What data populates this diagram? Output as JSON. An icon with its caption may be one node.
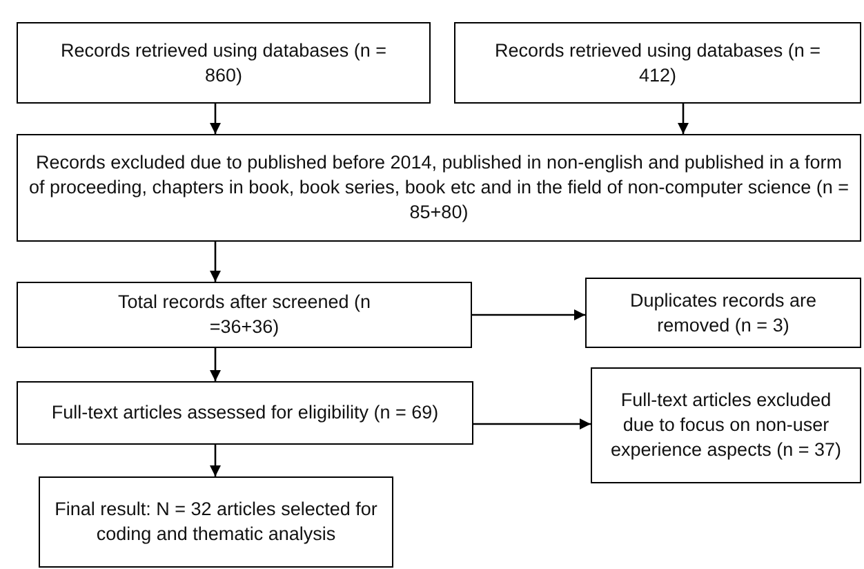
{
  "diagram": {
    "nodes": [
      {
        "text": [
          "Records retrieved using databases (n = 860)"
        ]
      },
      {
        "text": [
          "Records retrieved using databases (n = 412)"
        ]
      },
      {
        "text": [
          "Records excluded due to published before 2014, published in non-english and published in a form of proceeding, chapters in book, book series, book etc and in the field of non-computer science (n = 85+80)"
        ]
      },
      {
        "text": [
          "Total records after screened (n =36+36)"
        ]
      },
      {
        "text": [
          "Duplicates records are removed (n = 3)"
        ]
      },
      {
        "text": [
          "Full-text articles assessed for eligibility (n = 69)"
        ]
      },
      {
        "text": [
          "Full-text articles excluded due to focus on non-user experience aspects (n = 37)"
        ]
      },
      {
        "text": [
          "Final result: N = 32 articles selected for coding and thematic analysis"
        ]
      }
    ],
    "edges": [
      {
        "from": 0,
        "to": 2,
        "arrow": "to"
      },
      {
        "from": 1,
        "to": 2,
        "arrow": "to"
      },
      {
        "from": 2,
        "to": 3,
        "arrow": "to"
      },
      {
        "from": 3,
        "to": 4,
        "arrow": "to"
      },
      {
        "from": 3,
        "to": 5,
        "arrow": "to"
      },
      {
        "from": 5,
        "to": 6,
        "arrow": "to"
      },
      {
        "from": 5,
        "to": 7,
        "arrow": "to"
      }
    ]
  }
}
